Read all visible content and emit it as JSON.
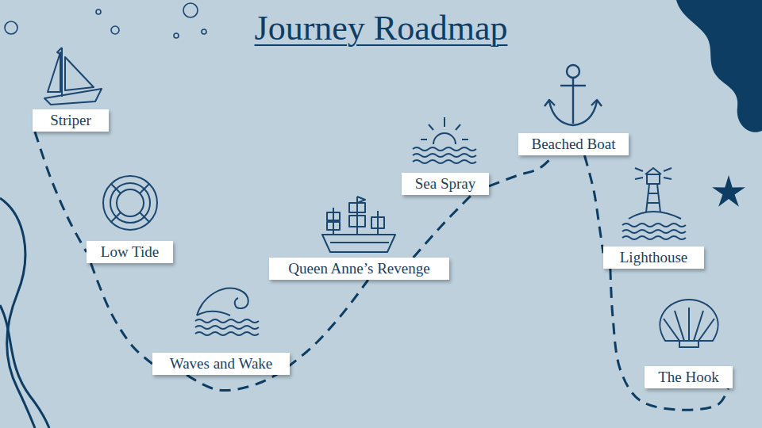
{
  "diagram": {
    "title": "Journey Roadmap",
    "nodes": [
      {
        "text": [
          "Striper"
        ]
      },
      {
        "text": [
          "Low Tide"
        ]
      },
      {
        "text": [
          "Waves and Wake"
        ]
      },
      {
        "text": [
          "Queen Anne’s Revenge"
        ]
      },
      {
        "text": [
          "Sea Spray"
        ]
      },
      {
        "text": [
          "Beached Boat"
        ]
      },
      {
        "text": [
          "Lighthouse"
        ]
      },
      {
        "text": [
          "The Hook"
        ]
      }
    ],
    "edges": [
      {
        "from": 0,
        "to": 1,
        "arrow": "none"
      },
      {
        "from": 1,
        "to": 2,
        "arrow": "none"
      },
      {
        "from": 2,
        "to": 3,
        "arrow": "none"
      },
      {
        "from": 3,
        "to": 4,
        "arrow": "none"
      },
      {
        "from": 4,
        "to": 5,
        "arrow": "none"
      },
      {
        "from": 5,
        "to": 6,
        "arrow": "none"
      },
      {
        "from": 6,
        "to": 7,
        "arrow": "none"
      }
    ]
  }
}
